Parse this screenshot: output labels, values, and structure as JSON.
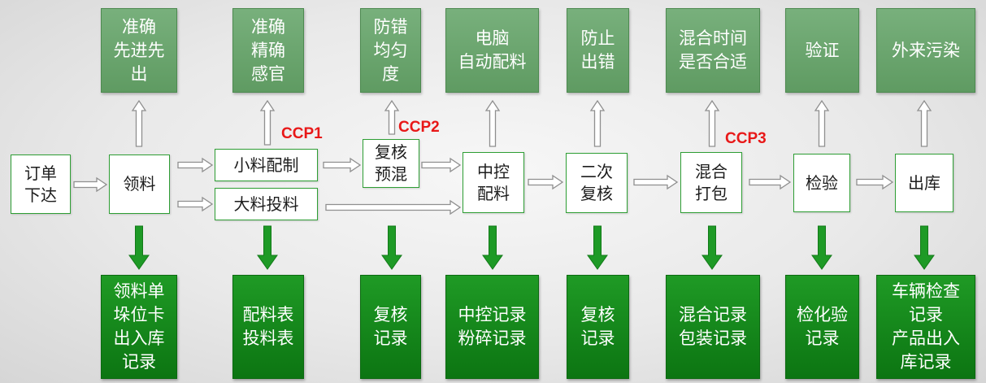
{
  "controls": [
    {
      "id": "c1",
      "text": "准确\n先进先\n出"
    },
    {
      "id": "c2",
      "text": "准确\n精确\n感官"
    },
    {
      "id": "c3",
      "text": "防错\n均匀\n度"
    },
    {
      "id": "c4",
      "text": "电脑\n自动配料"
    },
    {
      "id": "c5",
      "text": "防止\n出错"
    },
    {
      "id": "c6",
      "text": "混合时间\n是否合适"
    },
    {
      "id": "c7",
      "text": "验证"
    },
    {
      "id": "c8",
      "text": "外来污染"
    }
  ],
  "steps": [
    {
      "id": "s0",
      "text": "订单\n下达"
    },
    {
      "id": "s1",
      "text": "领料"
    },
    {
      "id": "s2a",
      "text": "小料配制"
    },
    {
      "id": "s2b",
      "text": "大料投料"
    },
    {
      "id": "s3",
      "text": "复核\n预混"
    },
    {
      "id": "s4",
      "text": "中控\n配料"
    },
    {
      "id": "s5",
      "text": "二次\n复核"
    },
    {
      "id": "s6",
      "text": "混合\n打包"
    },
    {
      "id": "s7",
      "text": "检验"
    },
    {
      "id": "s8",
      "text": "出库"
    }
  ],
  "records": [
    {
      "id": "r1",
      "text": "领料单\n垛位卡\n出入库\n记录"
    },
    {
      "id": "r2",
      "text": "配料表\n投料表"
    },
    {
      "id": "r3",
      "text": "复核\n记录"
    },
    {
      "id": "r4",
      "text": "中控记录\n粉碎记录"
    },
    {
      "id": "r5",
      "text": "复核\n记录"
    },
    {
      "id": "r6",
      "text": "混合记录\n包装记录"
    },
    {
      "id": "r7",
      "text": "检化验\n记录"
    },
    {
      "id": "r8",
      "text": "车辆检查\n记录\n产品出入\n库记录"
    }
  ],
  "ccp_labels": [
    "CCP1",
    "CCP2",
    "CCP3"
  ],
  "colors": {
    "control_fill": "#6ea872",
    "process_border": "#2e9e34",
    "record_fill": "#148a1b",
    "down_arrow": "#1e9a26",
    "ccp_text": "#e81818"
  }
}
